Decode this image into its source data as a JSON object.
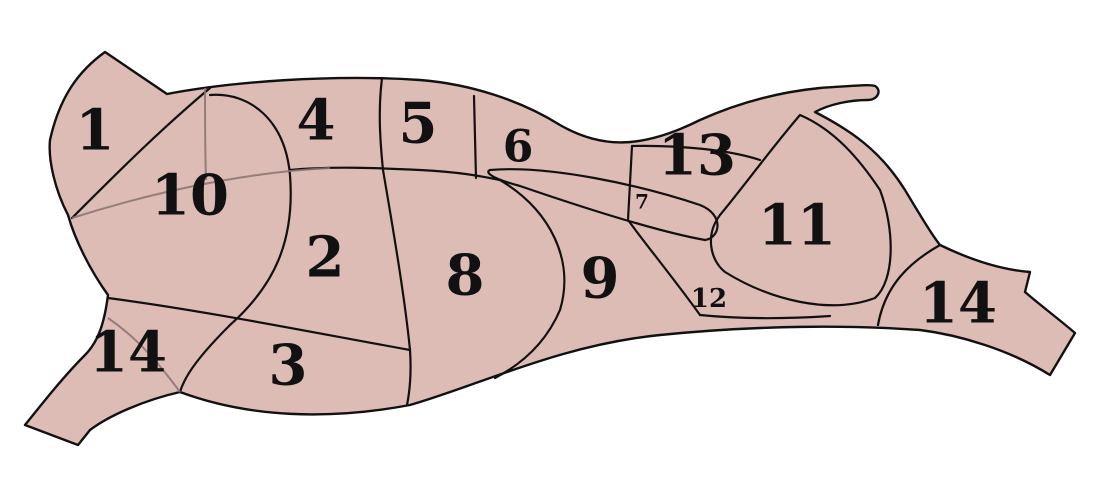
{
  "colors": {
    "body_fill": "#dcbcb4",
    "outline": "#111111",
    "overlay_line": "#8a7270",
    "background": "#ffffff"
  },
  "labels": {
    "c1": "1",
    "c2": "2",
    "c3": "3",
    "c4": "4",
    "c5": "5",
    "c6": "6",
    "c7": "7",
    "c8": "8",
    "c9": "9",
    "c10": "10",
    "c11": "11",
    "c12": "12",
    "c13": "13",
    "c14_front": "14",
    "c14_rear": "14"
  }
}
